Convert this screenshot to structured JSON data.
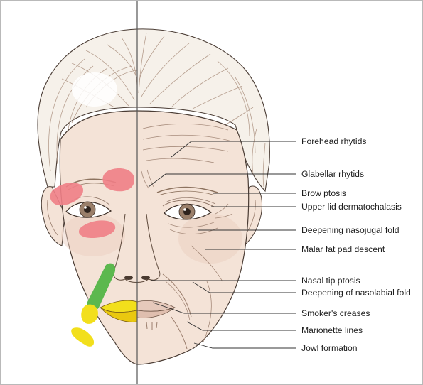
{
  "labels": [
    {
      "text": "Forehead rhytids"
    },
    {
      "text": "Glabellar rhytids"
    },
    {
      "text": "Brow ptosis"
    },
    {
      "text": "Upper lid dermatochalasis"
    },
    {
      "text": "Deepening nasojugal fold"
    },
    {
      "text": "Malar fat pad descent"
    },
    {
      "text": "Nasal tip ptosis"
    },
    {
      "text": "Deepening of nasolabial fold"
    },
    {
      "text": "Smoker's creases"
    },
    {
      "text": "Marionette lines"
    },
    {
      "text": "Jowl formation"
    }
  ],
  "colors": {
    "skin": "#f4e3d7",
    "hair": "#f6f1ea",
    "outline": "#3a2f2a",
    "red_zone": "#ef7e86",
    "green_zone": "#5cb84e",
    "yellow_zone": "#f2df1c",
    "divider": "#555555"
  }
}
